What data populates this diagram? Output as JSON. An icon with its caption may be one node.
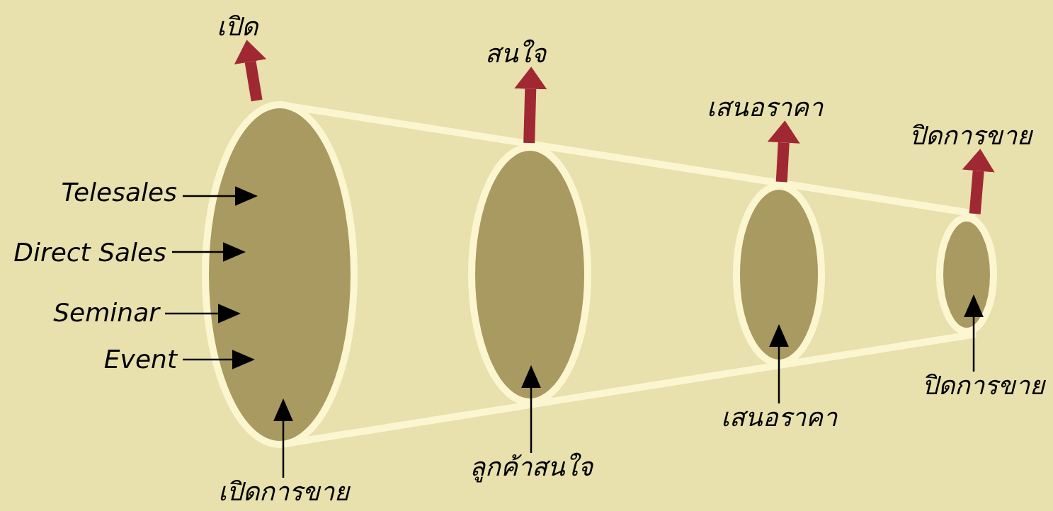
{
  "diagram": {
    "nodes": [
      {
        "text": [],
        "shape": "ellipse"
      },
      {
        "text": [],
        "shape": "ellipse"
      },
      {
        "text": [],
        "shape": "ellipse"
      },
      {
        "text": [],
        "shape": "ellipse"
      },
      {
        "text": [
          "เปิด"
        ]
      },
      {
        "text": [
          "สนใจ"
        ]
      },
      {
        "text": [
          "เสนอราคา"
        ]
      },
      {
        "text": [
          "ปิดการขาย"
        ]
      },
      {
        "text": [
          "Telesales"
        ]
      },
      {
        "text": [
          "Direct Sales"
        ]
      },
      {
        "text": [
          "Seminar"
        ]
      },
      {
        "text": [
          "Event"
        ]
      },
      {
        "text": [
          "เปิดการขาย"
        ]
      },
      {
        "text": [
          "ลูกค้าสนใจ"
        ]
      },
      {
        "text": [
          "เสนอราคา"
        ]
      },
      {
        "text": [
          "ปิดการขาย"
        ]
      }
    ],
    "edges": [
      {
        "from": 0,
        "to": 4,
        "arrow": "to",
        "style": "thick",
        "color": "#a02832"
      },
      {
        "from": 1,
        "to": 5,
        "arrow": "to",
        "style": "thick",
        "color": "#a02832"
      },
      {
        "from": 2,
        "to": 6,
        "arrow": "to",
        "style": "thick",
        "color": "#a02832"
      },
      {
        "from": 3,
        "to": 7,
        "arrow": "to",
        "style": "thick",
        "color": "#a02832"
      },
      {
        "from": 8,
        "to": 0,
        "arrow": "to"
      },
      {
        "from": 9,
        "to": 0,
        "arrow": "to"
      },
      {
        "from": 10,
        "to": 0,
        "arrow": "to"
      },
      {
        "from": 11,
        "to": 0,
        "arrow": "to"
      },
      {
        "from": 12,
        "to": 0,
        "arrow": "to"
      },
      {
        "from": 13,
        "to": 1,
        "arrow": "to"
      },
      {
        "from": 14,
        "to": 2,
        "arrow": "to"
      },
      {
        "from": 15,
        "to": 3,
        "arrow": "to"
      }
    ]
  }
}
